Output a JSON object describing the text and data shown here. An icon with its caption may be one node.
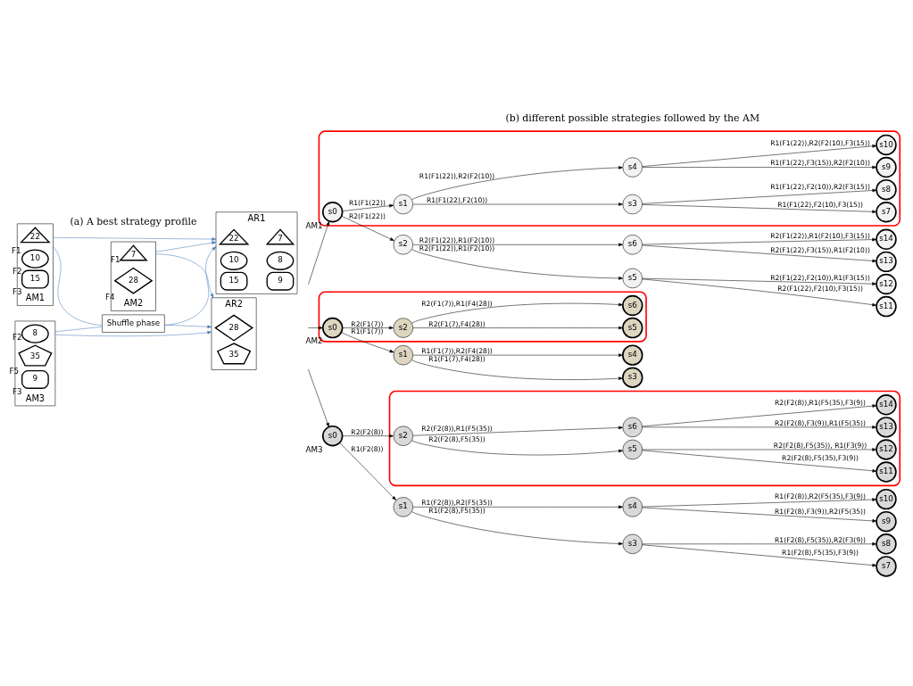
{
  "diagram": {
    "nodes": [
      {
        "text": [
          "AR1"
        ]
      },
      {
        "text": [
          "22"
        ],
        "in": 0
      },
      {
        "text": [
          "7"
        ],
        "in": 0
      },
      {
        "text": [
          "10"
        ],
        "in": 0
      },
      {
        "text": [
          "8"
        ],
        "in": 0
      },
      {
        "text": [
          "15"
        ],
        "in": 0
      },
      {
        "text": [
          "9"
        ],
        "in": 0
      },
      {
        "text": [
          "AR2"
        ]
      },
      {
        "text": [
          "28"
        ],
        "in": 7
      },
      {
        "text": [
          "35"
        ],
        "in": 7
      },
      {
        "text": [
          "Shuffle phase"
        ]
      },
      {
        "text": [
          "AM1"
        ]
      },
      {
        "text": [
          "22"
        ],
        "in": 11,
        "beside": [
          "F1"
        ]
      },
      {
        "text": [
          "10"
        ],
        "in": 11,
        "beside": [
          "F2"
        ]
      },
      {
        "text": [
          "15"
        ],
        "in": 11,
        "beside": [
          "F3"
        ]
      },
      {
        "text": [
          "AM2"
        ]
      },
      {
        "text": [
          "7"
        ],
        "in": 15,
        "beside": [
          "F1"
        ]
      },
      {
        "text": [
          "28"
        ],
        "in": 15,
        "beside": [
          "F4"
        ]
      },
      {
        "text": [
          "AM3"
        ]
      },
      {
        "text": [
          "8"
        ],
        "in": 18,
        "beside": [
          "F2"
        ]
      },
      {
        "text": [
          "35"
        ],
        "in": 18,
        "beside": [
          "F5"
        ]
      },
      {
        "text": [
          "9"
        ],
        "in": 18,
        "beside": [
          "F3"
        ]
      },
      {
        "text": [],
        "shape": "outline"
      },
      {
        "text": [
          "s0"
        ],
        "in": 22,
        "beside": [
          "AM1"
        ]
      },
      {
        "text": [
          "s1"
        ],
        "in": 22
      },
      {
        "text": [
          "s2"
        ]
      },
      {
        "text": [
          "s3"
        ],
        "in": 22
      },
      {
        "text": [
          "s4"
        ],
        "in": 22
      },
      {
        "text": [
          "s5"
        ]
      },
      {
        "text": [
          "s6"
        ]
      },
      {
        "text": [
          "s7"
        ],
        "in": 22
      },
      {
        "text": [
          "s8"
        ],
        "in": 22
      },
      {
        "text": [
          "s9"
        ],
        "in": 22
      },
      {
        "text": [
          "s10"
        ],
        "in": 22
      },
      {
        "text": [
          "s11"
        ]
      },
      {
        "text": [
          "s12"
        ]
      },
      {
        "text": [
          "s13"
        ]
      },
      {
        "text": [
          "s14"
        ]
      },
      {
        "text": [],
        "shape": "outline"
      },
      {
        "text": [
          "s0"
        ],
        "in": 38,
        "beside": [
          "AM2"
        ]
      },
      {
        "text": [
          "s1"
        ]
      },
      {
        "text": [
          "s2"
        ],
        "in": 38
      },
      {
        "text": [
          "s3"
        ]
      },
      {
        "text": [
          "s4"
        ]
      },
      {
        "text": [
          "s5"
        ],
        "in": 38
      },
      {
        "text": [
          "s6"
        ],
        "in": 38
      },
      {
        "text": [],
        "shape": "outline"
      },
      {
        "text": [
          "s0"
        ],
        "beside": [
          "AM3"
        ]
      },
      {
        "text": [
          "s1"
        ]
      },
      {
        "text": [
          "s2"
        ],
        "in": 46
      },
      {
        "text": [
          "s3"
        ]
      },
      {
        "text": [
          "s4"
        ]
      },
      {
        "text": [
          "s5"
        ],
        "in": 46
      },
      {
        "text": [
          "s6"
        ],
        "in": 46
      },
      {
        "text": [
          "s7"
        ]
      },
      {
        "text": [
          "s8"
        ]
      },
      {
        "text": [
          "s9"
        ]
      },
      {
        "text": [
          "s10"
        ]
      },
      {
        "text": [
          "s11"
        ],
        "in": 46
      },
      {
        "text": [
          "s12"
        ],
        "in": 46
      },
      {
        "text": [
          "s13"
        ],
        "in": 46
      },
      {
        "text": [
          "s14"
        ],
        "in": 46
      }
    ],
    "edges": [
      {
        "from": 11,
        "to": 0,
        "arrow": "to",
        "color": "#4a7ebb"
      },
      {
        "from": 15,
        "to": 0,
        "arrow": "to",
        "color": "#4a7ebb"
      },
      {
        "from": 10,
        "to": 0,
        "arrow": "to",
        "color": "#4a7ebb"
      },
      {
        "from": 10,
        "to": 7,
        "arrow": "to",
        "color": "#4a7ebb"
      },
      {
        "from": 15,
        "to": 7,
        "arrow": "to",
        "color": "#4a7ebb"
      },
      {
        "from": 18,
        "to": 7,
        "arrow": "to",
        "color": "#4a7ebb"
      },
      {
        "from": 11,
        "to": 10,
        "arrow": "none",
        "color": "#4a7ebb"
      },
      {
        "from": 18,
        "to": 10,
        "arrow": "none",
        "color": "#4a7ebb"
      },
      {
        "from": null,
        "to": 23,
        "arrow": "to"
      },
      {
        "from": 23,
        "to": 24,
        "arrow": "to",
        "label": "R1(F1(22))"
      },
      {
        "from": 23,
        "to": 25,
        "arrow": "to",
        "label": "R2(F1(22))"
      },
      {
        "from": 24,
        "to": 26,
        "arrow": "to",
        "label": "R1(F1(22),F2(10))"
      },
      {
        "from": 24,
        "to": 27,
        "arrow": "to",
        "label": "R1(F1(22)),R2(F2(10))"
      },
      {
        "from": 26,
        "to": 30,
        "arrow": "to",
        "label": "R1(F1(22),F2(10),F3(15))"
      },
      {
        "from": 26,
        "to": 31,
        "arrow": "to",
        "label": "R1(F1(22),F2(10)),R2(F3(15))"
      },
      {
        "from": 27,
        "to": 32,
        "arrow": "to",
        "label": "R1(F1(22),F3(15)),R2(F2(10))"
      },
      {
        "from": 27,
        "to": 33,
        "arrow": "to",
        "label": "R1(F1(22)),R2(F2(10),F3(15))"
      },
      {
        "from": 25,
        "to": 28,
        "arrow": "to",
        "label": "R2(F1(22)),R1(F2(10))"
      },
      {
        "from": 25,
        "to": 29,
        "arrow": "to",
        "label": "R2(F1(22)),R1(F2(10))"
      },
      {
        "from": 28,
        "to": 34,
        "arrow": "to",
        "label": "R2(F1(22),F2(10),F3(15))"
      },
      {
        "from": 28,
        "to": 35,
        "arrow": "to",
        "label": "R2(F1(22),F2(10)),R1(F3(15))"
      },
      {
        "from": 29,
        "to": 36,
        "arrow": "to",
        "label": "R2(F1(22),F3(15)),R1(F2(10))"
      },
      {
        "from": 29,
        "to": 37,
        "arrow": "to",
        "label": "R2(F1(22)),R1(F2(10),F3(15))"
      },
      {
        "from": null,
        "to": 39,
        "arrow": "to"
      },
      {
        "from": 39,
        "to": 40,
        "arrow": "to",
        "label": "R1(F1(7))"
      },
      {
        "from": 39,
        "to": 41,
        "arrow": "to",
        "label": "R2(F1(7))"
      },
      {
        "from": 40,
        "to": 42,
        "arrow": "to",
        "label": "R1(F1(7),F4(28))"
      },
      {
        "from": 40,
        "to": 43,
        "arrow": "to",
        "label": "R1(F1(7)),R2(F4(28))"
      },
      {
        "from": 41,
        "to": 44,
        "arrow": "to",
        "label": "R2(F1(7),F4(28))"
      },
      {
        "from": 41,
        "to": 45,
        "arrow": "to",
        "label": "R2(F1(7)),R1(F4(28))"
      },
      {
        "from": null,
        "to": 47,
        "arrow": "to"
      },
      {
        "from": 47,
        "to": 48,
        "arrow": "to",
        "label": "R1(F2(8))"
      },
      {
        "from": 47,
        "to": 49,
        "arrow": "to",
        "label": "R2(F2(8))"
      },
      {
        "from": 48,
        "to": 50,
        "arrow": "to",
        "label": "R1(F2(8),F5(35))"
      },
      {
        "from": 48,
        "to": 51,
        "arrow": "to",
        "label": "R1(F2(8)),R2(F5(35))"
      },
      {
        "from": 50,
        "to": 54,
        "arrow": "to",
        "label": "R1(F2(8),F5(35),F3(9))"
      },
      {
        "from": 50,
        "to": 55,
        "arrow": "to",
        "label": "R1(F2(8),F5(35)),R2(F3(9))"
      },
      {
        "from": 51,
        "to": 56,
        "arrow": "to",
        "label": "R1(F2(8),F3(9)),R2(F5(35))"
      },
      {
        "from": 51,
        "to": 57,
        "arrow": "to",
        "label": "R1(F2(8)),R2(F5(35),F3(9))"
      },
      {
        "from": 49,
        "to": 52,
        "arrow": "to",
        "label": "R2(F2(8),F5(35))"
      },
      {
        "from": 49,
        "to": 53,
        "arrow": "to",
        "label": "R2(F2(8)),R1(F5(35))"
      },
      {
        "from": 52,
        "to": 58,
        "arrow": "to",
        "label": "R2(F2(8),F5(35),F3(9))"
      },
      {
        "from": 52,
        "to": 59,
        "arrow": "to",
        "label": "R2(F2(8),F5(35)), R1(F3(9))"
      },
      {
        "from": 53,
        "to": 60,
        "arrow": "to",
        "label": "R2(F2(8),F3(9)),R1(F5(35))"
      },
      {
        "from": 53,
        "to": 61,
        "arrow": "to",
        "label": "R2(F2(8)),R1(F5(35),F3(9))"
      }
    ],
    "labels": [
      "(a) A best strategy profile",
      "(b) different possible strategies followed by the AM"
    ]
  }
}
